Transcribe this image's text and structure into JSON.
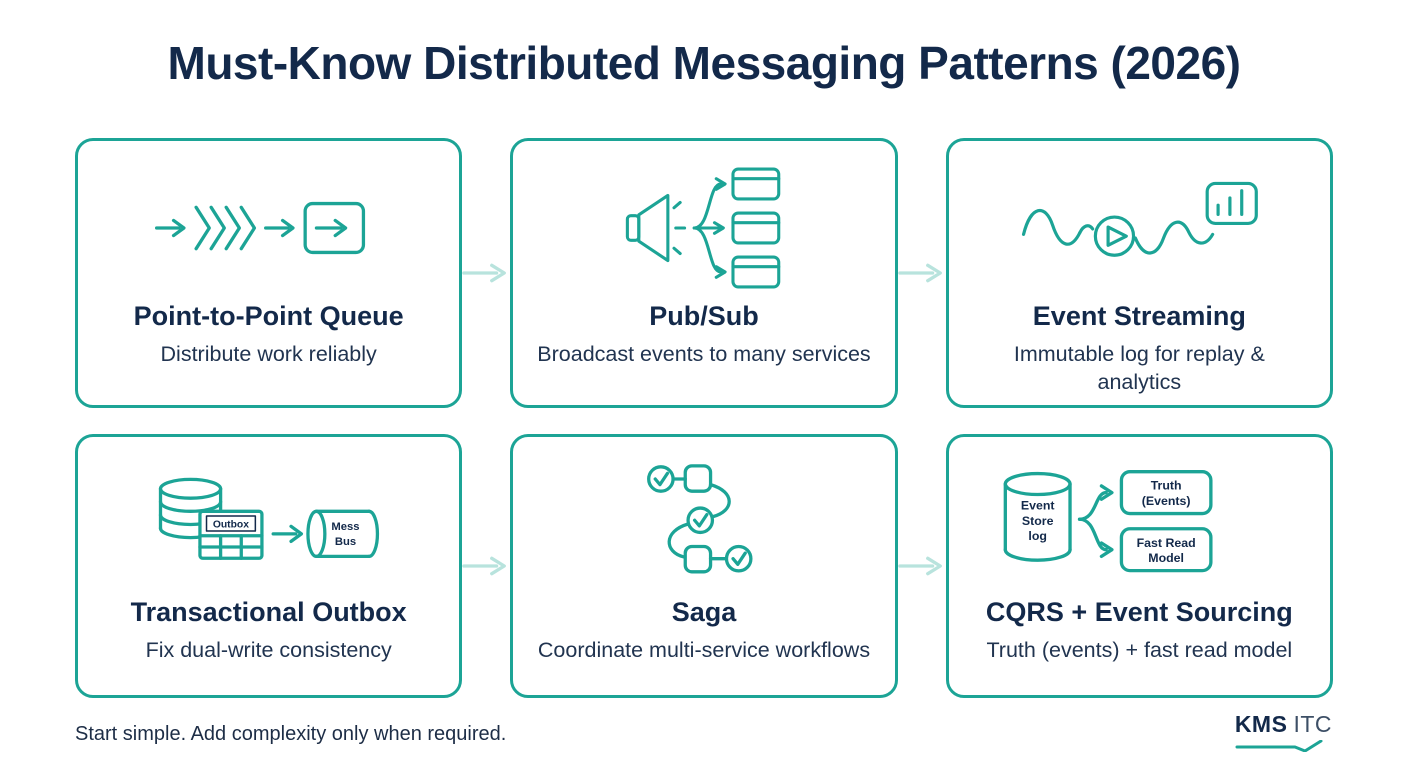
{
  "title": "Must-Know Distributed Messaging Patterns (2026)",
  "colors": {
    "teal": "#1ca496",
    "navy": "#13294a",
    "connector": "#b8e3dd",
    "background": "#ffffff"
  },
  "cards": [
    {
      "id": "point-to-point-queue",
      "title": "Point-to-Point Queue",
      "subtitle": "Distribute work reliably",
      "icon": "queue-flow-icon"
    },
    {
      "id": "pub-sub",
      "title": "Pub/Sub",
      "subtitle": "Broadcast events to many services",
      "icon": "megaphone-fanout-icon"
    },
    {
      "id": "event-streaming",
      "title": "Event Streaming",
      "subtitle": "Immutable log for replay & analytics",
      "icon": "stream-play-chart-icon"
    },
    {
      "id": "transactional-outbox",
      "title": "Transactional Outbox",
      "subtitle": "Fix dual-write consistency",
      "icon": "database-outbox-bus-icon",
      "icon_labels": {
        "outbox": "Outbox",
        "bus_line1": "Mess",
        "bus_line2": "Bus"
      }
    },
    {
      "id": "saga",
      "title": "Saga",
      "subtitle": "Coordinate multi-service workflows",
      "icon": "saga-steps-icon"
    },
    {
      "id": "cqrs-event-sourcing",
      "title": "CQRS + Event Sourcing",
      "subtitle": "Truth (events) + fast read model",
      "icon": "event-store-split-icon",
      "icon_labels": {
        "store_line1": "Event",
        "store_line2": "Store",
        "store_line3": "log",
        "truth_line1": "Truth",
        "truth_line2": "(Events)",
        "read_line1": "Fast Read",
        "read_line2": "Model"
      }
    }
  ],
  "footer": {
    "note": "Start simple. Add complexity only when required.",
    "brand_bold": "KMS",
    "brand_light": "ITC"
  }
}
